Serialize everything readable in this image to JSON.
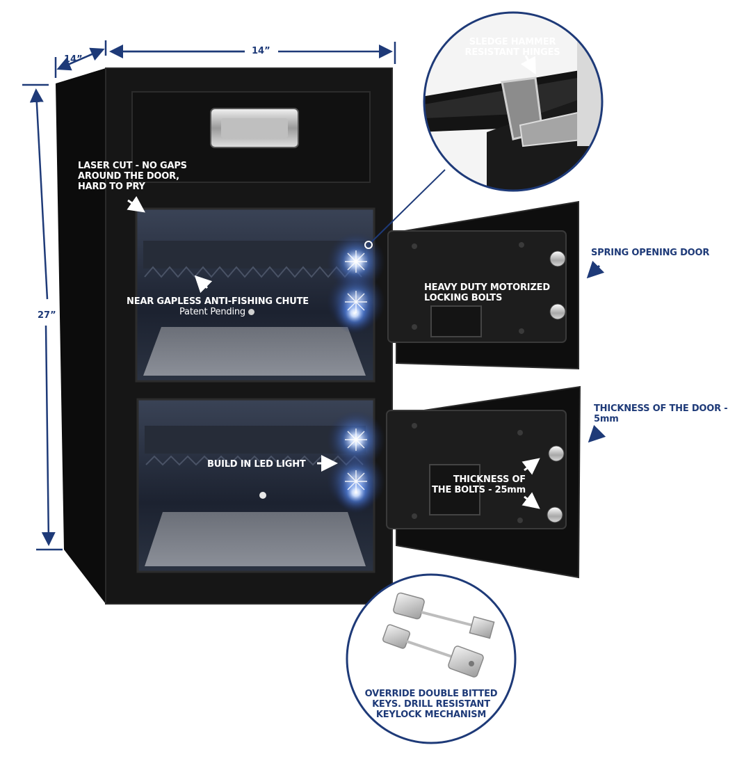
{
  "dimensions": {
    "depth": "14”",
    "width": "14”",
    "height": "27”"
  },
  "callouts": {
    "laser_cut": "LASER CUT - NO GAPS\nAROUND THE DOOR,\nHARD TO PRY",
    "anti_fishing": "NEAR GAPLESS ANTI-FISHING CHUTE",
    "patent": "Patent Pending",
    "led_light": "BUILD IN LED LIGHT",
    "hinges": "SLEDGE HAMMER\nRESISTANT HINGES",
    "spring_door": "SPRING OPENING DOOR",
    "bolts": "HEAVY DUTY MOTORIZED\nLOCKING BOLTS",
    "door_thickness": "THICKNESS OF THE DOOR -\n5mm",
    "bolt_thickness": "THICKNESS OF\nTHE BOLTS - 25mm",
    "keys": "OVERRIDE DOUBLE BITTED\nKEYS. DRILL RESISTANT\nKEYLOCK MECHANISM"
  },
  "colors": {
    "accent": "#1e3a78",
    "safe_body": "#151515",
    "led_glow": "#8fb4ff"
  },
  "icons": [
    "arrow-icon",
    "led-light-icon",
    "hinge-icon",
    "key-icon"
  ]
}
